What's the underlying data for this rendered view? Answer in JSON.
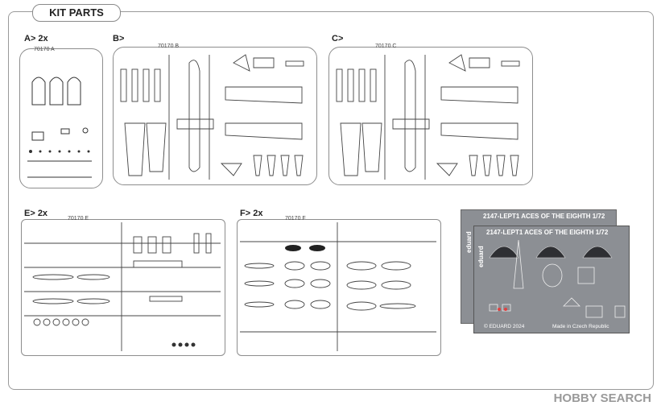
{
  "header": {
    "title": "KIT PARTS"
  },
  "sprues": {
    "a": {
      "label": "A> 2x",
      "code": "70170 A"
    },
    "b": {
      "label": "B>",
      "code": "70170 B"
    },
    "c": {
      "label": "C>",
      "code": "70170 C"
    },
    "e": {
      "label": "E> 2x",
      "code": "70170 E"
    },
    "f": {
      "label": "F> 2x",
      "code": "70170 F"
    }
  },
  "photoetch": {
    "back_title": "2147-LEPT1  ACES OF THE EIGHTH   1/72",
    "title": "2147-LEPT1  ACES OF THE EIGHTH   1/72",
    "brand": "eduard",
    "copyright": "© EDUARD 2024",
    "made_in": "Made in Czech Republic"
  },
  "watermark": {
    "text": "HOBBY SEARCH"
  },
  "colors": {
    "photoetch": "#8c8f94",
    "sprue_border": "#8d8d8d"
  }
}
